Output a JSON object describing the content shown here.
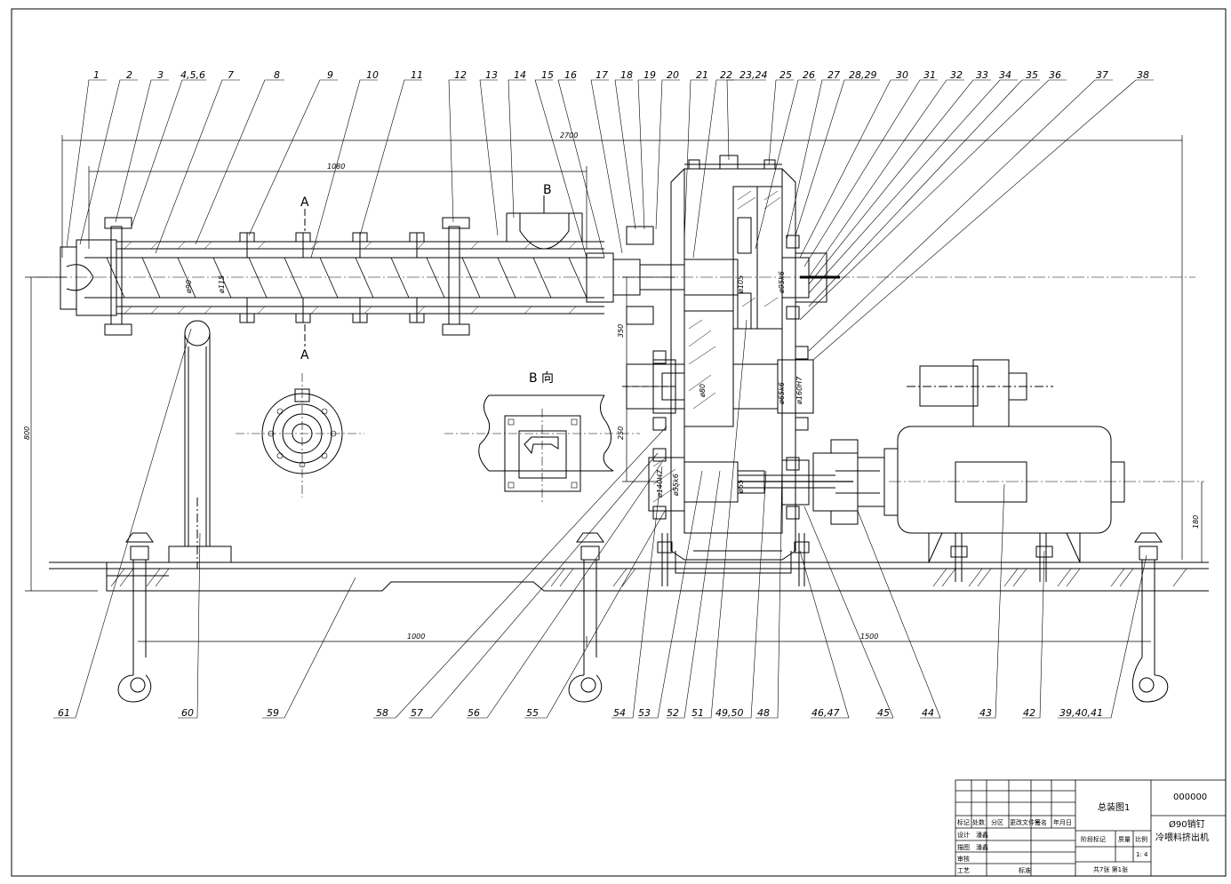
{
  "part_labels": {
    "top": [
      "1",
      "2",
      "3",
      "4,5,6",
      "7",
      "8",
      "9",
      "10",
      "11",
      "12",
      "13",
      "14",
      "15",
      "16",
      "17",
      "18",
      "19",
      "20",
      "21",
      "22",
      "23,24",
      "25",
      "26",
      "27",
      "28,29",
      "30",
      "31",
      "32",
      "33",
      "34",
      "35",
      "36",
      "37",
      "38"
    ],
    "bottom": [
      "61",
      "60",
      "59",
      "58",
      "57",
      "56",
      "55",
      "54",
      "53",
      "52",
      "51",
      "49,50",
      "48",
      "46,47",
      "45",
      "44",
      "43",
      "42",
      "39,40,41"
    ]
  },
  "dimensions": {
    "overall_length": "2700",
    "barrel_length": "1080",
    "center_height": "800",
    "gear_center_1": "350",
    "gear_center_2": "250",
    "motor_height": "180",
    "frame_span_1": "1000",
    "frame_span_2": "1500",
    "screw_dia": "ø90",
    "barrel_dia": "ø115",
    "fits": [
      "ø105",
      "ø95k6",
      "ø80",
      "ø65k6",
      "ø160H7",
      "ø65",
      "ø140H7",
      "ø55k6"
    ]
  },
  "views": {
    "section_a": "A",
    "view_b": "B",
    "view_b_title": "B 向"
  },
  "title_block": {
    "drawing_title": "总装图1",
    "drawing_number": "000000",
    "product_name_line1": "Ø90销钉",
    "product_name_line2": "冷喂料挤出机",
    "header_row": [
      "标记",
      "处数",
      "分区",
      "更改文件号",
      "签名",
      "年月日"
    ],
    "roles": [
      "设计",
      "描图",
      "审核",
      "工艺"
    ],
    "designer": "潘鑫",
    "tracer": "潘鑫",
    "standardization": "标准",
    "stage_label": "阶段标记",
    "weight_label": "质量",
    "scale_label": "比例",
    "scale": "1: 4",
    "sheet_info": "共7张  第1张"
  }
}
